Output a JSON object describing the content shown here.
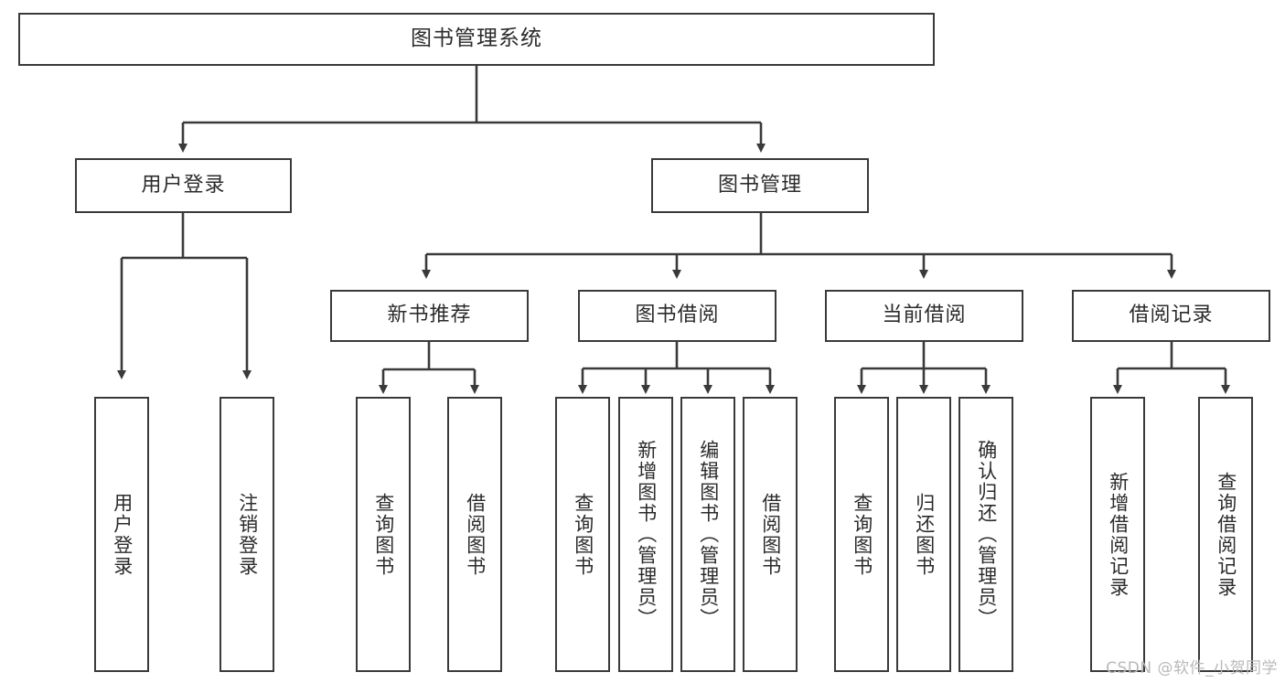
{
  "diagram": {
    "type": "tree-hierarchy",
    "title": "图书管理系统",
    "root": {
      "label": "图书管理系统"
    },
    "level2": [
      {
        "id": "user-login",
        "label": "用户登录"
      },
      {
        "id": "book-management",
        "label": "图书管理"
      }
    ],
    "level3": [
      {
        "id": "new-book-recommend",
        "label": "新书推荐",
        "parent": "book-management"
      },
      {
        "id": "book-borrow",
        "label": "图书借阅",
        "parent": "book-management"
      },
      {
        "id": "current-borrow",
        "label": "当前借阅",
        "parent": "book-management"
      },
      {
        "id": "borrow-record",
        "label": "借阅记录",
        "parent": "book-management"
      }
    ],
    "leaves": {
      "user_login": [
        {
          "id": "leaf-user-login",
          "label": "用户登录"
        },
        {
          "id": "leaf-logout-login",
          "label": "注销登录"
        }
      ],
      "new_book_recommend": [
        {
          "id": "leaf-query-book-1",
          "label": "查询图书"
        },
        {
          "id": "leaf-borrow-book-1",
          "label": "借阅图书"
        }
      ],
      "book_borrow": [
        {
          "id": "leaf-query-book-2",
          "label": "查询图书"
        },
        {
          "id": "leaf-add-book",
          "label": "新增图书（管理员）"
        },
        {
          "id": "leaf-edit-book",
          "label": "编辑图书（管理员）"
        },
        {
          "id": "leaf-borrow-book-2",
          "label": "借阅图书"
        }
      ],
      "current_borrow": [
        {
          "id": "leaf-query-book-3",
          "label": "查询图书"
        },
        {
          "id": "leaf-return-book",
          "label": "归还图书"
        },
        {
          "id": "leaf-confirm-return",
          "label": "确认归还（管理员）"
        }
      ],
      "borrow_record": [
        {
          "id": "leaf-add-record",
          "label": "新增借阅记录"
        },
        {
          "id": "leaf-query-record",
          "label": "查询借阅记录"
        }
      ]
    }
  },
  "watermark": {
    "text": "CSDN @软件_小贺同学"
  },
  "colors": {
    "stroke": "#3a3a3a",
    "text": "#2b2b2b",
    "background": "#ffffff",
    "watermark": "#b9b9b9"
  }
}
